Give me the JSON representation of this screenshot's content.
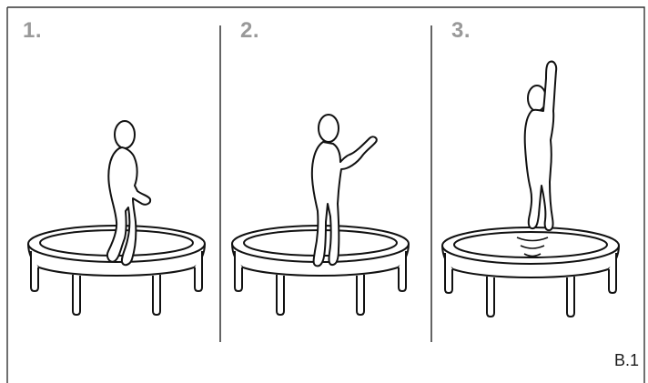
{
  "panels": [
    {
      "number": "1."
    },
    {
      "number": "2."
    },
    {
      "number": "3."
    }
  ],
  "figure_label": "B.1"
}
